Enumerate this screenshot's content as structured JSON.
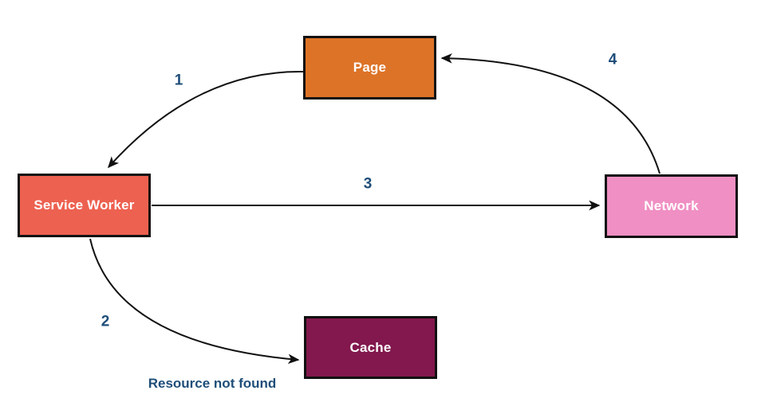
{
  "diagram": {
    "nodes": [
      {
        "id": "page",
        "label": "Page",
        "fill": "#DD7327"
      },
      {
        "id": "service-worker",
        "label": "Service Worker",
        "fill": "#ED6150"
      },
      {
        "id": "network",
        "label": "Network",
        "fill": "#F08FC3"
      },
      {
        "id": "cache",
        "label": "Cache",
        "fill": "#82184D"
      }
    ],
    "edges": [
      {
        "label": "1",
        "from": "Page",
        "to": "Service Worker"
      },
      {
        "label": "2",
        "from": "Service Worker",
        "to": "Cache"
      },
      {
        "label": "3",
        "from": "Service Worker",
        "to": "Network"
      },
      {
        "label": "4",
        "from": "Network",
        "to": "Page"
      }
    ],
    "annotation": {
      "text": "Resource not found"
    },
    "colors": {
      "edge_label": "#1F4E79",
      "node_text": "#FFFFFF",
      "node_border": "#111111",
      "arrow": "#111111",
      "background": "#FFFFFF"
    }
  }
}
